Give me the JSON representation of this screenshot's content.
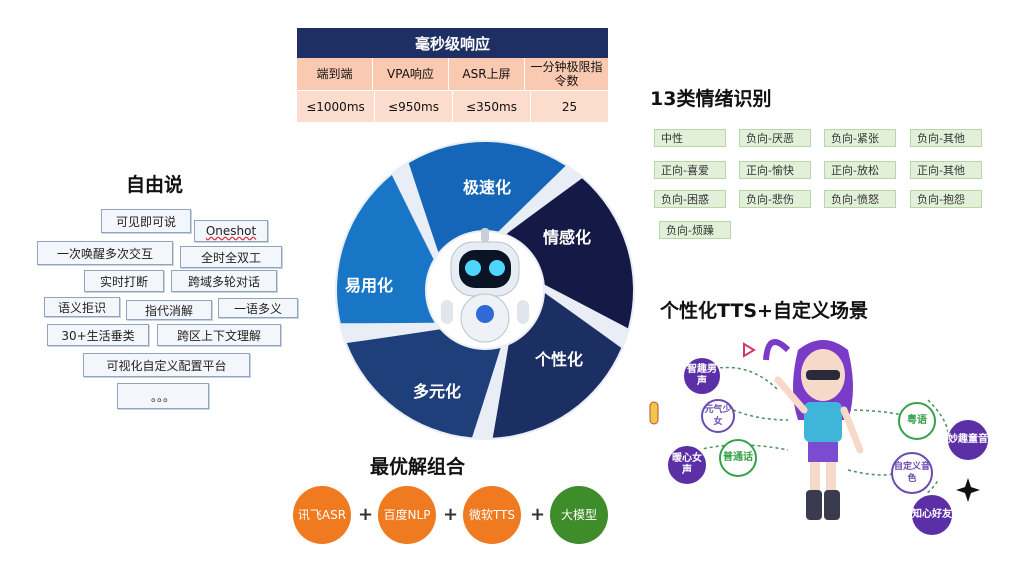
{
  "response_table": {
    "title": "毫秒级响应",
    "headers": [
      "端到端",
      "VPA响应",
      "ASR上屏",
      "一分钟极限指令数"
    ],
    "values": [
      "≤1000ms",
      "≤950ms",
      "≤350ms",
      "25"
    ]
  },
  "free_speech": {
    "title": "自由说",
    "tags": [
      "可见即可说",
      "Oneshot",
      "一次唤醒多次交互",
      "全时全双工",
      "实时打断",
      "跨域多轮对话",
      "语义拒识",
      "指代消解",
      "一语多义",
      "30+生活垂类",
      "跨区上下文理解",
      "可视化自定义配置平台",
      "。。。"
    ]
  },
  "center": {
    "segments": [
      "极速化",
      "情感化",
      "个性化",
      "多元化",
      "易用化"
    ],
    "colors": [
      "#1565b8",
      "#141a45",
      "#1b2f63",
      "#1f3f7a",
      "#1976c6"
    ]
  },
  "emotion": {
    "title": "13类情绪识别",
    "tags": [
      "中性",
      "负向-厌恶",
      "负向-紧张",
      "负向-其他",
      "正向-喜爱",
      "正向-愉快",
      "正向-放松",
      "正向-其他",
      "负向-困惑",
      "负向-悲伤",
      "负向-愤怒",
      "负向-抱怨",
      "负向-烦躁"
    ]
  },
  "tts": {
    "title": "个性化TTS+自定义场景",
    "bubbles": [
      "智趣男声",
      "元气少女",
      "暖心女声",
      "普通话",
      "粤语",
      "妙趣童音",
      "自定义音色",
      "知心好友"
    ]
  },
  "combo": {
    "title": "最优解组合",
    "items": [
      "讯飞ASR",
      "百度NLP",
      "微软TTS",
      "大模型"
    ],
    "colors": [
      "#f07a1f",
      "#f07a1f",
      "#f07a1f",
      "#3f8c2a"
    ]
  }
}
